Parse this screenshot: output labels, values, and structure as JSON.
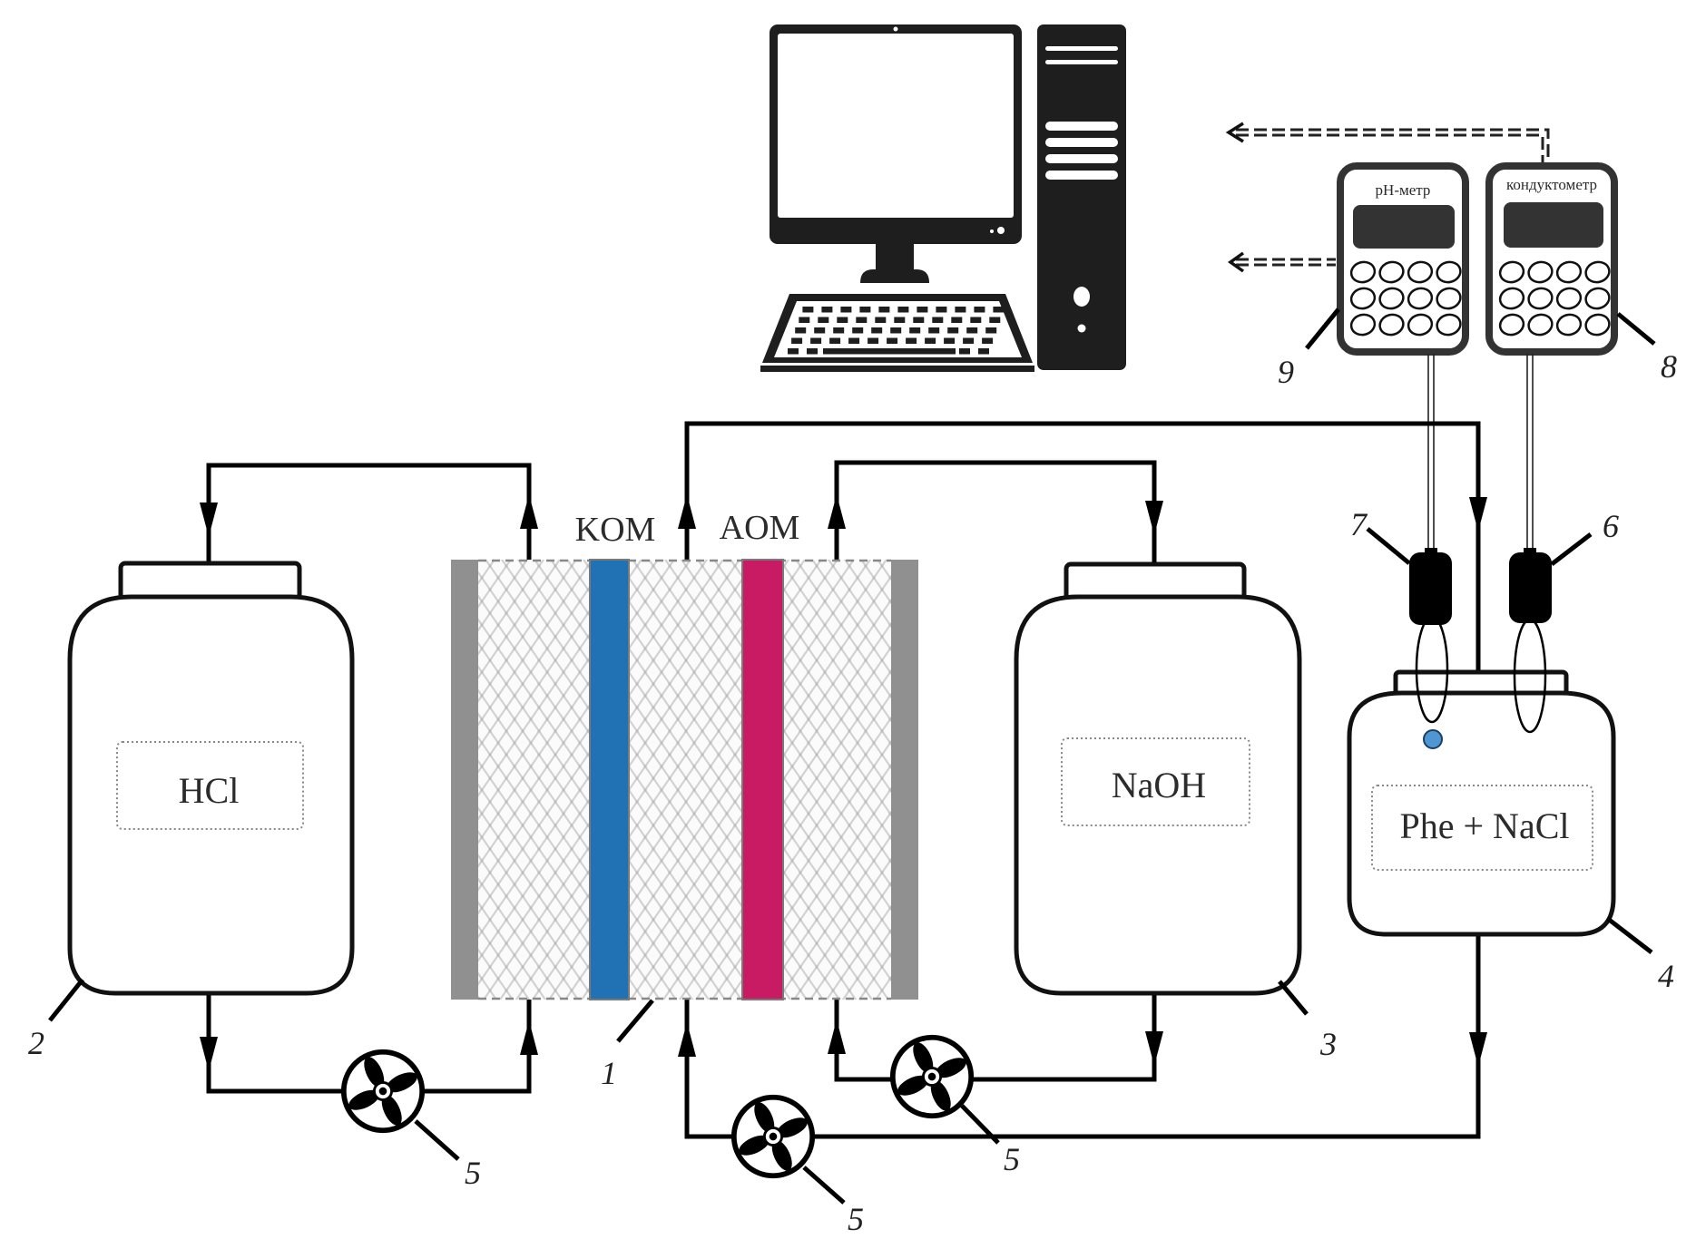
{
  "diagram": {
    "title": "Electrodialysis setup schematic",
    "cell": {
      "number": "1",
      "membranes": [
        {
          "label": "KOM",
          "type": "cation-exchange membrane",
          "color": "#2171b5"
        },
        {
          "label": "AOM",
          "type": "anion-exchange membrane",
          "color": "#c91b63"
        }
      ],
      "electrode_color": "#909090",
      "spacer_color": "#cfcfcf"
    },
    "tanks": [
      {
        "id": "hcl",
        "number": "2",
        "label": "HCl"
      },
      {
        "id": "naoh",
        "number": "3",
        "label": "NaOH"
      },
      {
        "id": "feed",
        "number": "4",
        "label": "Phe + NaCl"
      }
    ],
    "pumps": [
      {
        "id": "pump-hcl",
        "number": "5"
      },
      {
        "id": "pump-feed",
        "number": "5"
      },
      {
        "id": "pump-naoh",
        "number": "5"
      }
    ],
    "sensors": [
      {
        "id": "cond-probe",
        "number": "6"
      },
      {
        "id": "ph-probe",
        "number": "7",
        "bulb_color": "#4f97d3"
      }
    ],
    "meters": [
      {
        "id": "conductometer",
        "number": "8",
        "label": "кондуктометр"
      },
      {
        "id": "ph-meter",
        "number": "9",
        "label": "pH-метр"
      }
    ],
    "computer": {
      "label": "computer"
    }
  }
}
